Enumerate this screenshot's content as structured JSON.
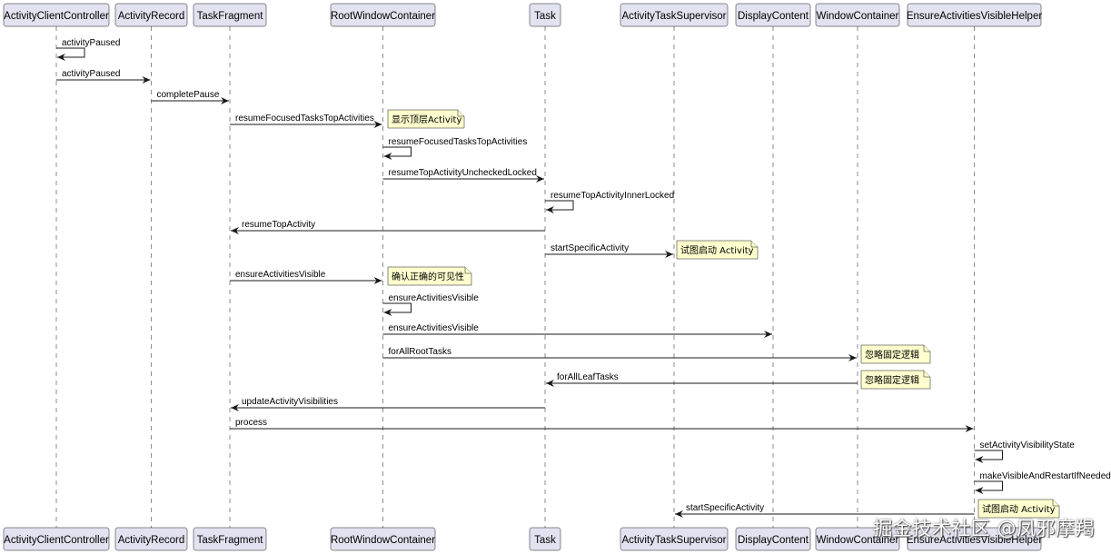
{
  "participants": [
    {
      "id": "acc",
      "label": "ActivityClientController"
    },
    {
      "id": "ar",
      "label": "ActivityRecord"
    },
    {
      "id": "tf",
      "label": "TaskFragment"
    },
    {
      "id": "rwc",
      "label": "RootWindowContainer"
    },
    {
      "id": "task",
      "label": "Task"
    },
    {
      "id": "ats",
      "label": "ActivityTaskSupervisor"
    },
    {
      "id": "dc",
      "label": "DisplayContent"
    },
    {
      "id": "wc",
      "label": "WindowContainer"
    },
    {
      "id": "eav",
      "label": "EnsureActivitiesVisibleHelper"
    }
  ],
  "messages": [
    {
      "from": "acc",
      "to": "acc",
      "label": "activityPaused"
    },
    {
      "from": "acc",
      "to": "ar",
      "label": "activityPaused"
    },
    {
      "from": "ar",
      "to": "tf",
      "label": "completePause"
    },
    {
      "from": "tf",
      "to": "rwc",
      "label": "resumeFocusedTasksTopActivities"
    },
    {
      "from": "rwc",
      "to": "rwc",
      "label": "resumeFocusedTasksTopActivities"
    },
    {
      "from": "rwc",
      "to": "task",
      "label": "resumeTopActivityUncheckedLocked"
    },
    {
      "from": "task",
      "to": "task",
      "label": "resumeTopActivityInnerLocked"
    },
    {
      "from": "task",
      "to": "tf",
      "label": "resumeTopActivity"
    },
    {
      "from": "task",
      "to": "ats",
      "label": "startSpecificActivity"
    },
    {
      "from": "tf",
      "to": "rwc",
      "label": "ensureActivitiesVisible"
    },
    {
      "from": "rwc",
      "to": "rwc",
      "label": "ensureActivitiesVisible"
    },
    {
      "from": "rwc",
      "to": "dc",
      "label": "ensureActivitiesVisible"
    },
    {
      "from": "rwc",
      "to": "wc",
      "label": "forAllRootTasks"
    },
    {
      "from": "wc",
      "to": "task",
      "label": "forAllLeafTasks"
    },
    {
      "from": "task",
      "to": "tf",
      "label": "updateActivityVisibilities"
    },
    {
      "from": "tf",
      "to": "eav",
      "label": "process"
    },
    {
      "from": "eav",
      "to": "eav",
      "label": "setActivityVisibilityState"
    },
    {
      "from": "eav",
      "to": "eav",
      "label": "makeVisibleAndRestartIfNeeded"
    },
    {
      "from": "eav",
      "to": "ats",
      "label": "startSpecificActivity"
    }
  ],
  "notes": [
    {
      "text": "显示顶层Activity"
    },
    {
      "text": "试图启动 Activity"
    },
    {
      "text": "确认正确的可见性"
    },
    {
      "text": "忽略固定逻辑"
    },
    {
      "text": "忽略固定逻辑"
    },
    {
      "text": "试图启动 Activity"
    }
  ],
  "watermark": "掘金技术社区 @凤邪摩羯"
}
